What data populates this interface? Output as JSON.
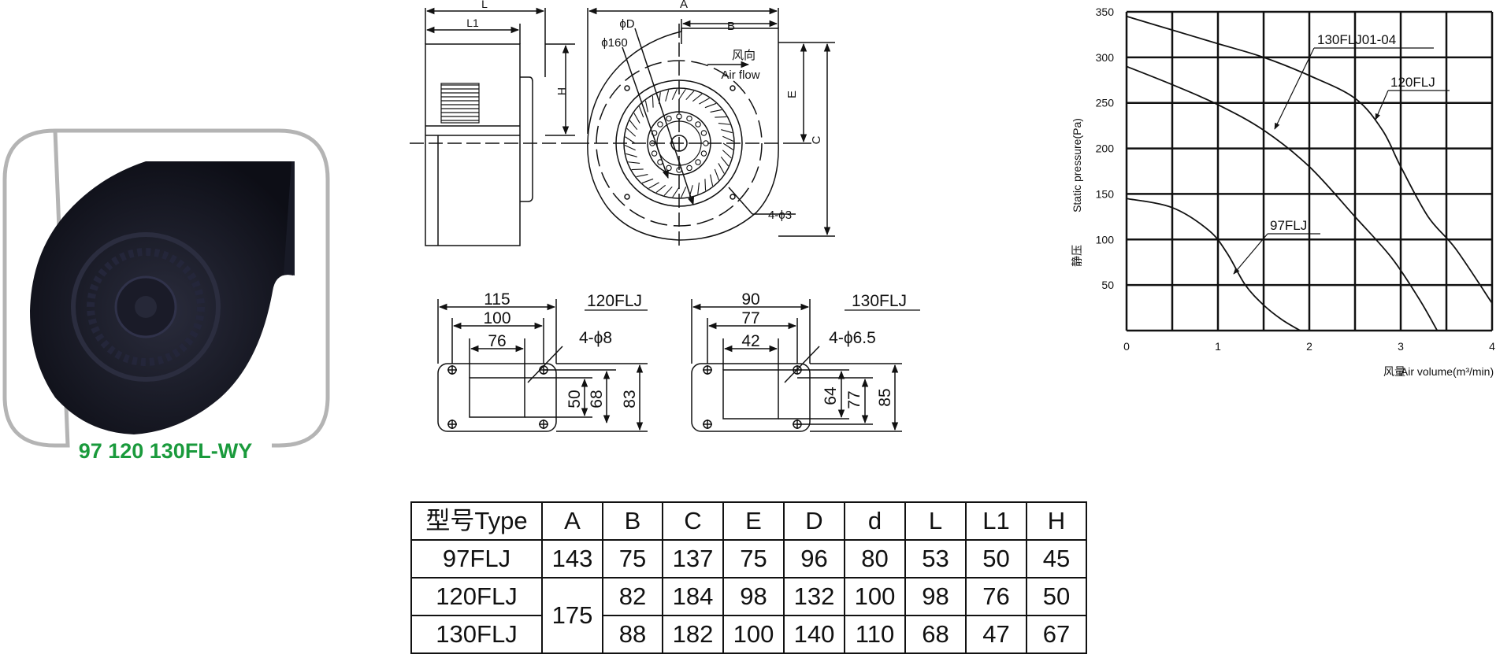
{
  "photo": {
    "caption": "97 120 130FL-WY",
    "caption_color": "#1a9a3c"
  },
  "dims_drawing": {
    "labels": {
      "L": "L",
      "L1": "L1",
      "H": "H",
      "A": "A",
      "B": "B",
      "phiD": "ϕD",
      "phi160": "ϕ160",
      "airflow_cn": "风向",
      "airflow_en": "Air flow",
      "E": "E",
      "C": "C",
      "holes": "4-ϕ3"
    }
  },
  "flange_120": {
    "title": "120FLJ",
    "w_outer": "115",
    "w_mid": "100",
    "w_inner": "76",
    "holes": "4-ϕ8",
    "h_inner": "50",
    "h_mid": "68",
    "h_outer": "83"
  },
  "flange_130": {
    "title": "130FLJ",
    "w_outer": "90",
    "w_mid": "77",
    "w_inner": "42",
    "holes": "4-ϕ6.5",
    "h_inner": "64",
    "h_mid": "77",
    "h_outer": "85"
  },
  "chart_data": {
    "type": "line",
    "title": "",
    "xlabel_cn": "风量",
    "xlabel": "Air volume(m³/min)",
    "ylabel_cn": "静压",
    "ylabel": "Static pressure(Pa)",
    "xlim": [
      0,
      4
    ],
    "ylim": [
      0,
      350
    ],
    "x_ticks": [
      "0",
      "1",
      "2",
      "3",
      "4"
    ],
    "y_ticks": [
      "50",
      "100",
      "150",
      "200",
      "250",
      "300",
      "350"
    ],
    "grid": true,
    "series": [
      {
        "name": "130FLJ01-04",
        "x": [
          0,
          0.5,
          1.0,
          1.5,
          2.0,
          2.5,
          2.8,
          3.0,
          3.3,
          3.6,
          4.0
        ],
        "y": [
          345,
          330,
          315,
          300,
          280,
          255,
          220,
          180,
          125,
          90,
          30
        ]
      },
      {
        "name": "120FLJ",
        "x": [
          0,
          0.5,
          1.0,
          1.5,
          2.0,
          2.5,
          2.9,
          3.2,
          3.4
        ],
        "y": [
          290,
          270,
          248,
          220,
          180,
          125,
          80,
          35,
          0
        ]
      },
      {
        "name": "97FLJ",
        "x": [
          0,
          0.5,
          0.9,
          1.1,
          1.3,
          1.5,
          1.7,
          1.9
        ],
        "y": [
          145,
          135,
          110,
          85,
          50,
          28,
          12,
          0
        ]
      }
    ]
  },
  "spec_table": {
    "headers": [
      "型号Type",
      "A",
      "B",
      "C",
      "E",
      "D",
      "d",
      "L",
      "L1",
      "H"
    ],
    "rows": [
      {
        "type": "97FLJ",
        "A": "143",
        "B": "75",
        "C": "137",
        "E": "75",
        "D": "96",
        "d": "80",
        "L": "53",
        "L1": "50",
        "H": "45"
      },
      {
        "type": "120FLJ",
        "A": "175",
        "B": "82",
        "C": "184",
        "E": "98",
        "D": "132",
        "d": "100",
        "L": "98",
        "L1": "76",
        "H": "50"
      },
      {
        "type": "130FLJ",
        "B": "88",
        "C": "182",
        "E": "100",
        "D": "140",
        "d": "110",
        "L": "68",
        "L1": "47",
        "H": "67"
      }
    ]
  }
}
